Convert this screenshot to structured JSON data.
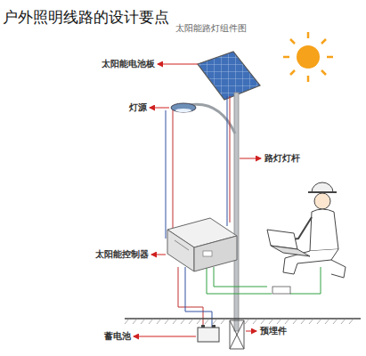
{
  "diagram": {
    "title": "户外照明线路的设计要点",
    "labels": [
      "太阳能路灯组件图",
      "太阳能电池板",
      "灯源",
      "路灯灯杆",
      "太阳能控制器",
      "蓄电池",
      "预埋件"
    ]
  }
}
